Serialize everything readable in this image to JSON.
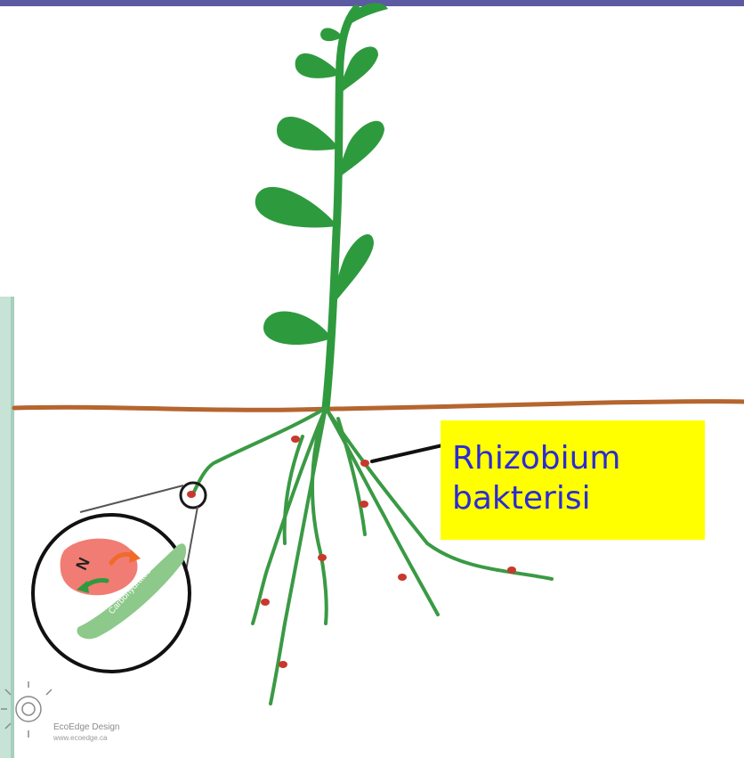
{
  "callout": {
    "label": "Rhizobium\nbakterisi"
  },
  "magnifier": {
    "nitrogen_symbol": "N",
    "carbohydrates_label": "Carbohydrates"
  },
  "credit": {
    "name": "EcoEdge Design",
    "url": "www.ecoedge.ca"
  },
  "colors": {
    "leaf_green": "#2e9a3e",
    "root_green": "#3a9a44",
    "soil_line": "#b5652e",
    "nodule_red": "#c8382c",
    "label_background": "#ffff00",
    "label_text": "#2b2bd6",
    "bacterium_pink": "#f17c74",
    "carbohydrate_green": "#8cc98a"
  },
  "icons": {
    "logo": "sun-logo-icon"
  }
}
